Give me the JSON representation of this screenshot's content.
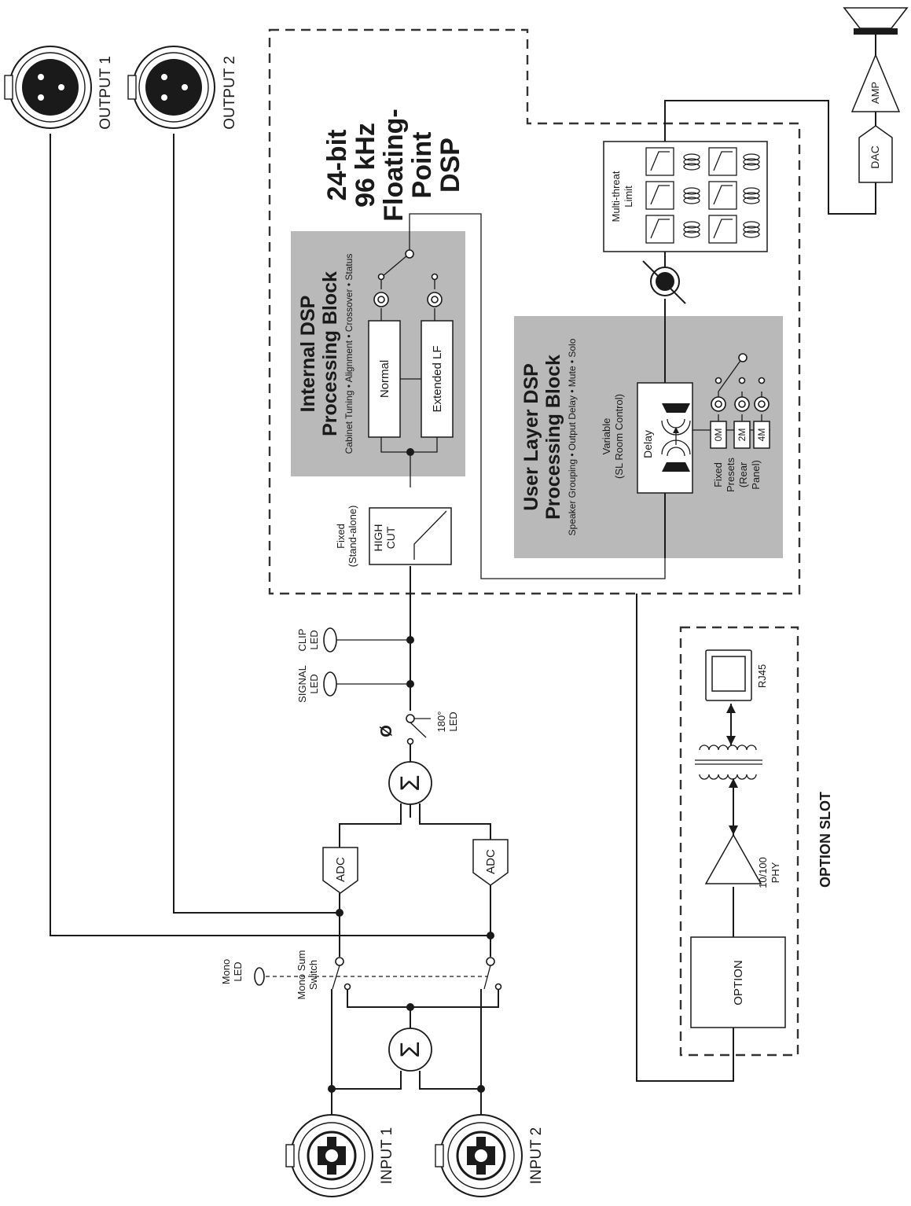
{
  "colors": {
    "dsp_region": "#e6e6e6",
    "block_fill": "#b9b9b9",
    "line": "#1a1a1a",
    "background": "#ffffff"
  },
  "connectors": {
    "output1": "OUTPUT 1",
    "output2": "OUTPUT 2",
    "input1": "INPUT 1",
    "input2": "INPUT 2"
  },
  "dsp": {
    "title": [
      "24-bit",
      "96 kHz",
      "Floating-",
      "Point",
      "DSP"
    ]
  },
  "internal_block": {
    "title": [
      "Internal DSP",
      "Processing Block"
    ],
    "subtitle": "Cabinet Tuning • Alignment • Crossover • Status",
    "normal": "Normal",
    "extended": "Extended LF"
  },
  "user_block": {
    "title": [
      "User Layer DSP",
      "Processing Block"
    ],
    "subtitle": "Speaker Grouping • Output Delay • Mute • Solo",
    "variable": [
      "Variable",
      "(SL Room Control)"
    ],
    "delay": "Delay",
    "presets_label": [
      "Fixed",
      "Presets",
      "(Rear",
      "Panel)"
    ],
    "presets": [
      "0M",
      "2M",
      "4M"
    ]
  },
  "high_cut": {
    "label": [
      "HIGH",
      "CUT"
    ],
    "caption": [
      "Fixed",
      "(Stand-alone)"
    ]
  },
  "limiter": {
    "label": [
      "Multi-threat",
      "Limit"
    ]
  },
  "chain": {
    "dac": "DAC",
    "amp": "AMP",
    "adc": "ADC"
  },
  "leds": {
    "clip": [
      "CLIP",
      "LED"
    ],
    "signal": [
      "SIGNAL",
      "LED"
    ],
    "phase": [
      "180°",
      "LED"
    ],
    "phase_symbol": "Ø",
    "mono_led": [
      "Mono",
      "LED"
    ],
    "mono_switch": [
      "Mono Sum",
      "Switch"
    ]
  },
  "option_slot": {
    "title": "OPTION SLOT",
    "option": "OPTION",
    "rj45": "RJ45",
    "phy": [
      "10/100",
      "PHY"
    ]
  }
}
